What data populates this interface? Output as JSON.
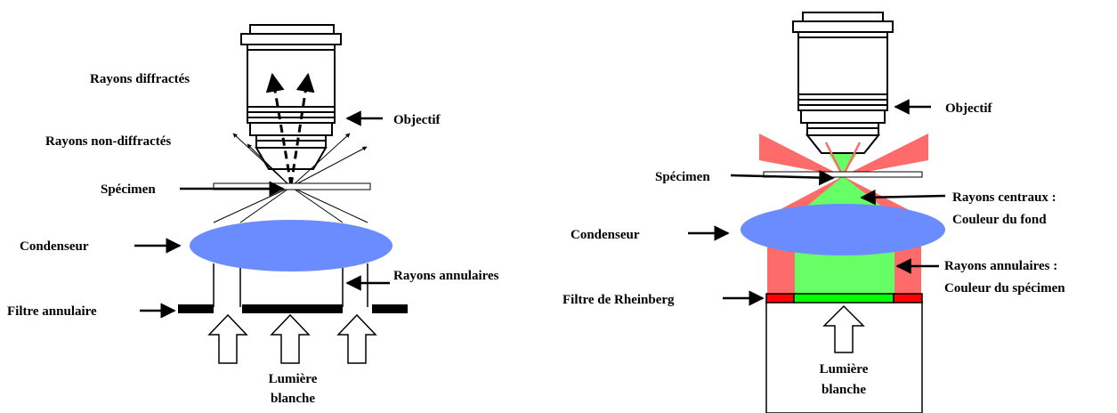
{
  "left_diagram": {
    "labels": {
      "diffracted": "Rayons diffractés",
      "non_diffracted": "Rayons non-diffractés",
      "objective": "Objectif",
      "specimen": "Spécimen",
      "condenser": "Condenseur",
      "annular_rays": "Rayons annulaires",
      "annular_filter": "Filtre annulaire",
      "light_line1": "Lumière",
      "light_line2": "blanche"
    }
  },
  "right_diagram": {
    "labels": {
      "objective": "Objectif",
      "specimen": "Spécimen",
      "central_rays_line1": "Rayons centraux :",
      "central_rays_line2": "Couleur du fond",
      "condenser": "Condenseur",
      "annular_rays_line1": "Rayons annulaires :",
      "annular_rays_line2": "Couleur du spécimen",
      "rheinberg_filter": "Filtre de Rheinberg",
      "light_line1": "Lumière",
      "light_line2": "blanche"
    }
  },
  "colors": {
    "condenser_blue": "#6a8cff",
    "annular_red": "#ff6b6b",
    "central_green": "#66ff66",
    "filter_red": "#ff0000",
    "filter_green": "#00ff00"
  }
}
